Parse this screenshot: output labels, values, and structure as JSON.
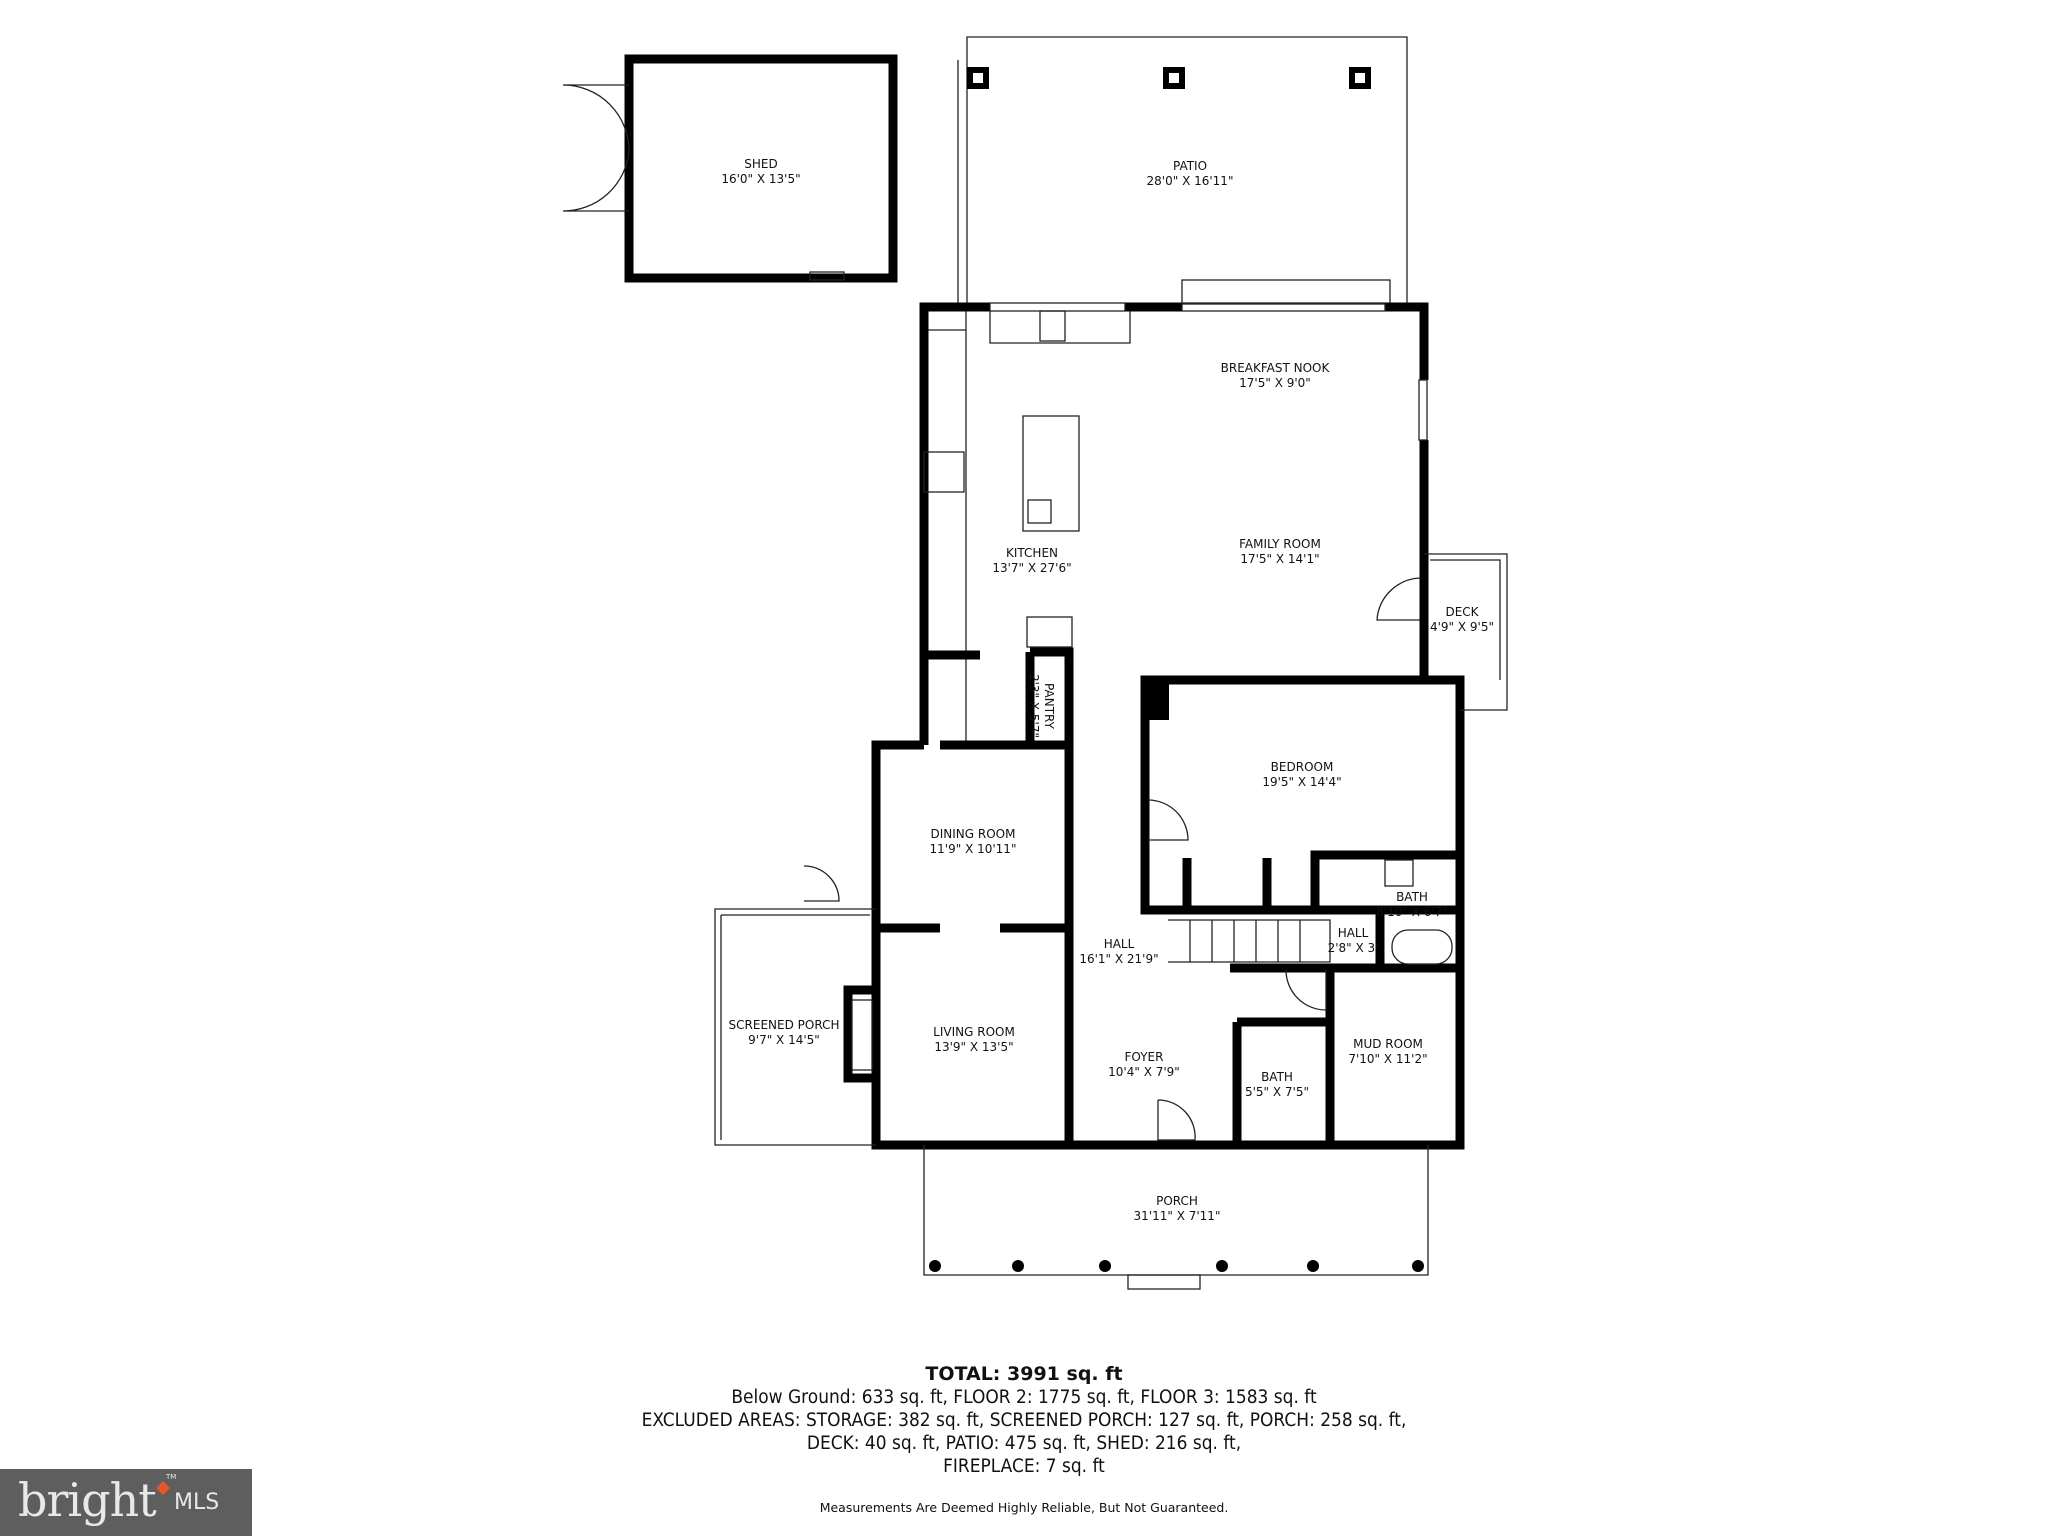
{
  "rooms": [
    {
      "id": "shed",
      "name": "SHED",
      "dims": "16'0\" X 13'5\""
    },
    {
      "id": "patio",
      "name": "PATIO",
      "dims": "28'0\" X 16'11\""
    },
    {
      "id": "breakfast-nook",
      "name": "BREAKFAST NOOK",
      "dims": "17'5\" X 9'0\""
    },
    {
      "id": "kitchen",
      "name": "KITCHEN",
      "dims": "13'7\" X 27'6\""
    },
    {
      "id": "family-room",
      "name": "FAMILY ROOM",
      "dims": "17'5\" X 14'1\""
    },
    {
      "id": "deck",
      "name": "DECK",
      "dims": "4'9\" X 9'5\""
    },
    {
      "id": "pantry",
      "name": "PANTRY",
      "dims": "2'3\" X 5'7\""
    },
    {
      "id": "bedroom",
      "name": "BEDROOM",
      "dims": "19'5\" X 14'4\""
    },
    {
      "id": "dining-room",
      "name": "DINING ROOM",
      "dims": "11'9\" X 10'11\""
    },
    {
      "id": "bath-upper",
      "name": "BATH",
      "dims": "8'10\" X 6'7\""
    },
    {
      "id": "hall",
      "name": "HALL",
      "dims": "16'1\" X 21'9\""
    },
    {
      "id": "hall-small",
      "name": "HALL",
      "dims": "2'8\" X 3'"
    },
    {
      "id": "screened-porch",
      "name": "SCREENED PORCH",
      "dims": "9'7\" X 14'5\""
    },
    {
      "id": "living-room",
      "name": "LIVING ROOM",
      "dims": "13'9\" X 13'5\""
    },
    {
      "id": "foyer",
      "name": "FOYER",
      "dims": "10'4\" X 7'9\""
    },
    {
      "id": "bath-lower",
      "name": "BATH",
      "dims": "5'5\" X 7'5\""
    },
    {
      "id": "mud-room",
      "name": "MUD ROOM",
      "dims": "7'10\" X 11'2\""
    },
    {
      "id": "porch",
      "name": "PORCH",
      "dims": "31'11\" X 7'11\""
    }
  ],
  "summary": {
    "total": "TOTAL: 3991 sq. ft",
    "lines": [
      "Below Ground: 633 sq. ft, FLOOR 2: 1775 sq. ft, FLOOR 3: 1583 sq. ft",
      "EXCLUDED AREAS: STORAGE: 382 sq. ft, SCREENED PORCH: 127 sq. ft, PORCH: 258 sq. ft,",
      "DECK: 40 sq. ft, PATIO: 475 sq. ft, SHED: 216 sq. ft,",
      "FIREPLACE: 7 sq. ft"
    ],
    "disclaimer": "Measurements Are Deemed Highly Reliable, But Not Guaranteed."
  },
  "logo": {
    "word": "bright",
    "suffix": "MLS",
    "tm": "TM",
    "bg_color": "#5e5e5e",
    "accent_color": "#e0572c"
  }
}
